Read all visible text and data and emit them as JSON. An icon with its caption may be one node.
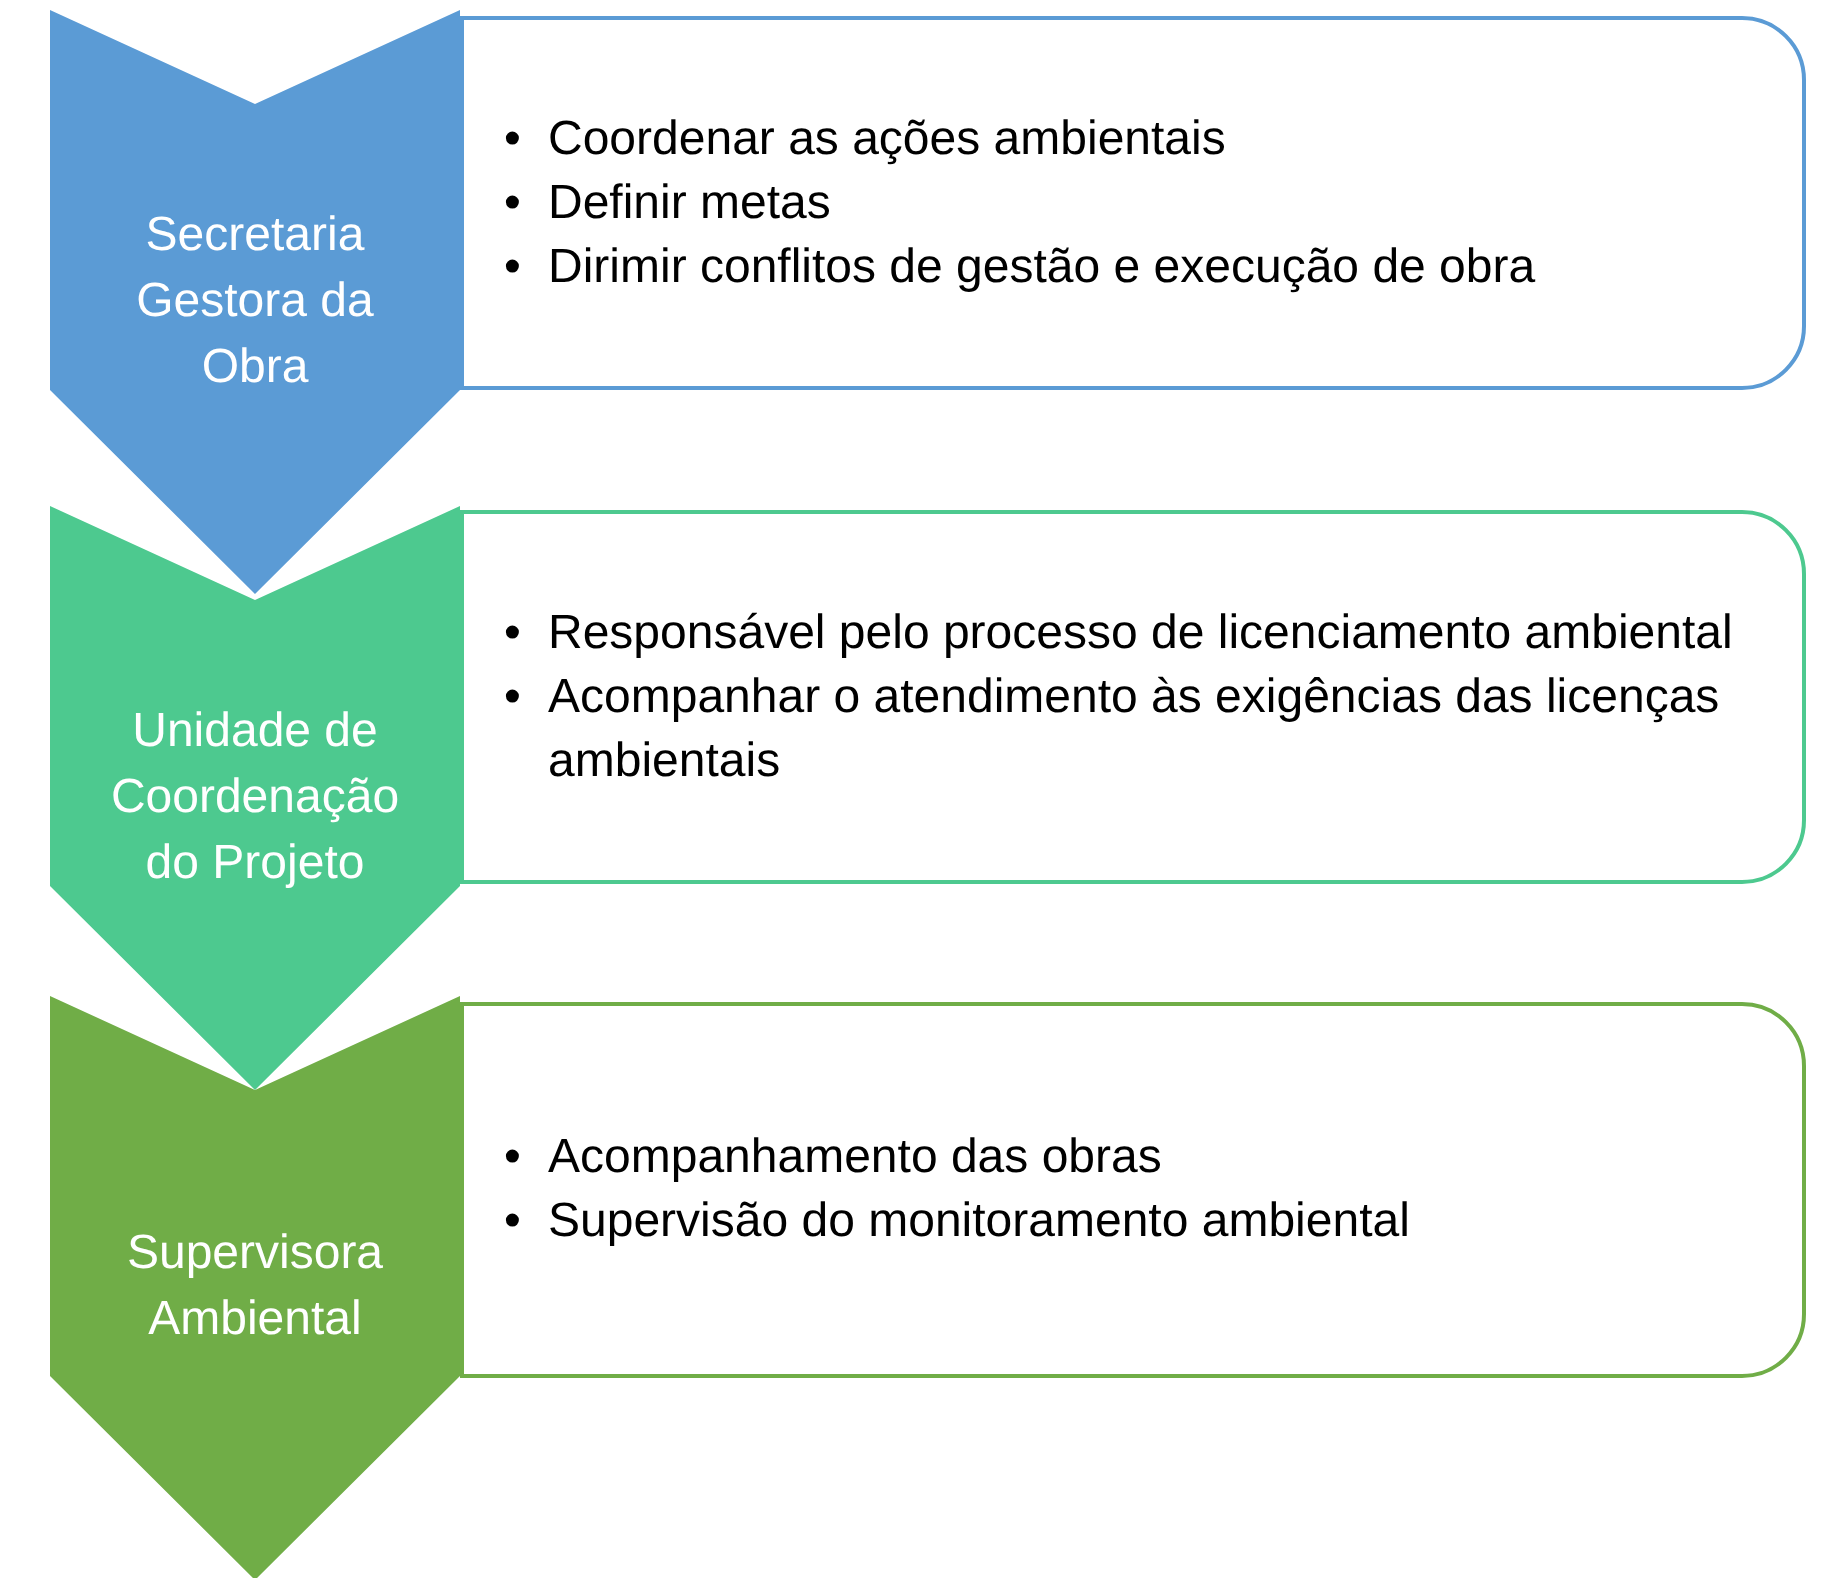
{
  "diagram": {
    "nodes": [
      {
        "text": [
          "Secretaria Gestora da Obra"
        ]
      },
      {
        "text": [
          "Coordenar as ações ambientais",
          "Definir metas",
          "Dirimir conflitos de gestão e execução de obra"
        ]
      },
      {
        "text": [
          "Unidade de Coordenação do Projeto"
        ]
      },
      {
        "text": [
          "Responsável pelo processo de licenciamento ambiental",
          "Acompanhar o atendimento às exigências das licenças ambientais"
        ]
      },
      {
        "text": [
          "Supervisora Ambiental"
        ]
      },
      {
        "text": [
          "Acompanhamento das obras",
          "Supervisão do monitoramento ambiental"
        ]
      }
    ],
    "edges": [],
    "labels": [
      "•",
      "•",
      "•",
      "•",
      "•",
      "•",
      "•"
    ]
  }
}
